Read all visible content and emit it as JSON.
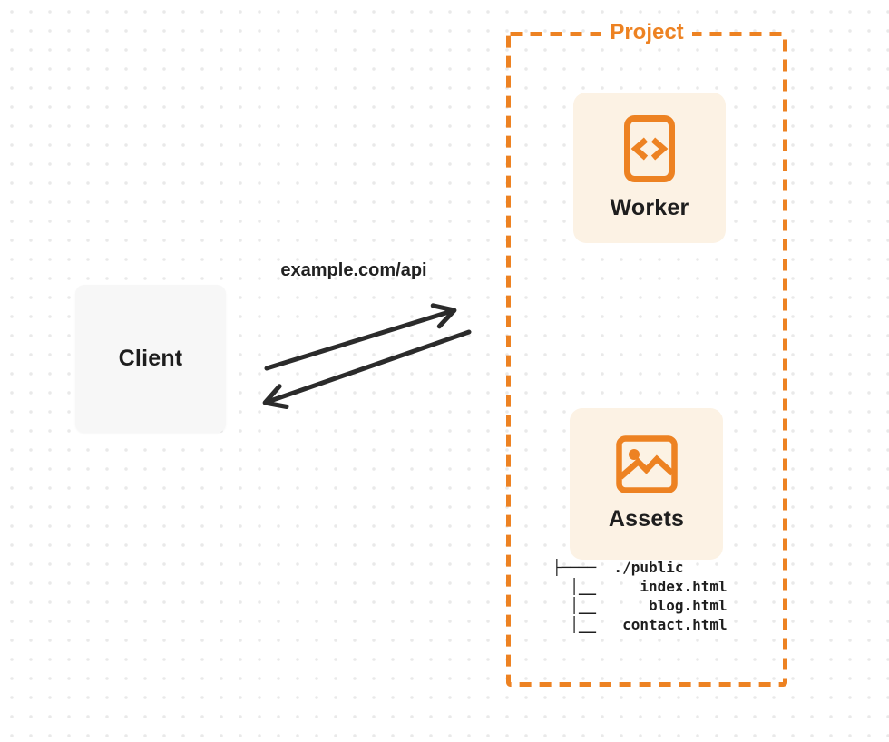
{
  "colors": {
    "orange": "#ED8222",
    "card_background": "#FCF2E4",
    "client_background": "#F7F7F7",
    "ink": "#1E1E1E",
    "arrow": "#2B2B2B",
    "grid_dot": "#E9E9E9"
  },
  "client": {
    "label": "Client"
  },
  "request": {
    "label": "example.com/api"
  },
  "project": {
    "label": "Project",
    "worker": {
      "label": "Worker",
      "icon": "code-document-icon"
    },
    "assets": {
      "label": "Assets",
      "icon": "image-icon"
    },
    "file_tree": {
      "lines": [
        "├────  ./public",
        "  │__     index.html",
        "  │__      blog.html",
        "  │__   contact.html"
      ]
    }
  }
}
